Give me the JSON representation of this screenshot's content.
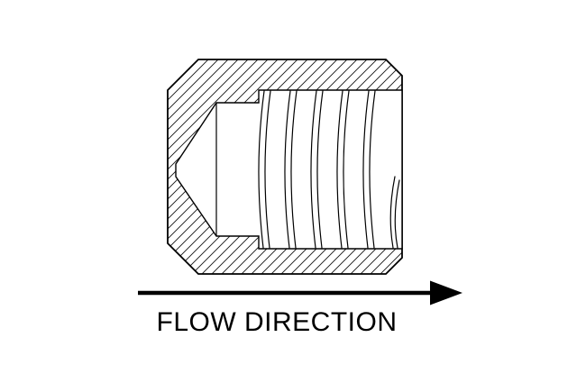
{
  "page": {
    "background_color": "#ffffff",
    "ink_color": "#000000"
  },
  "diagram": {
    "type": "technical-drawing",
    "subject": "threaded fitting cross-section with internal threads and conical seat",
    "flow_label": "FLOW DIRECTION",
    "hatching": "diagonal section hatching on cut material",
    "arrow_direction": "right"
  }
}
